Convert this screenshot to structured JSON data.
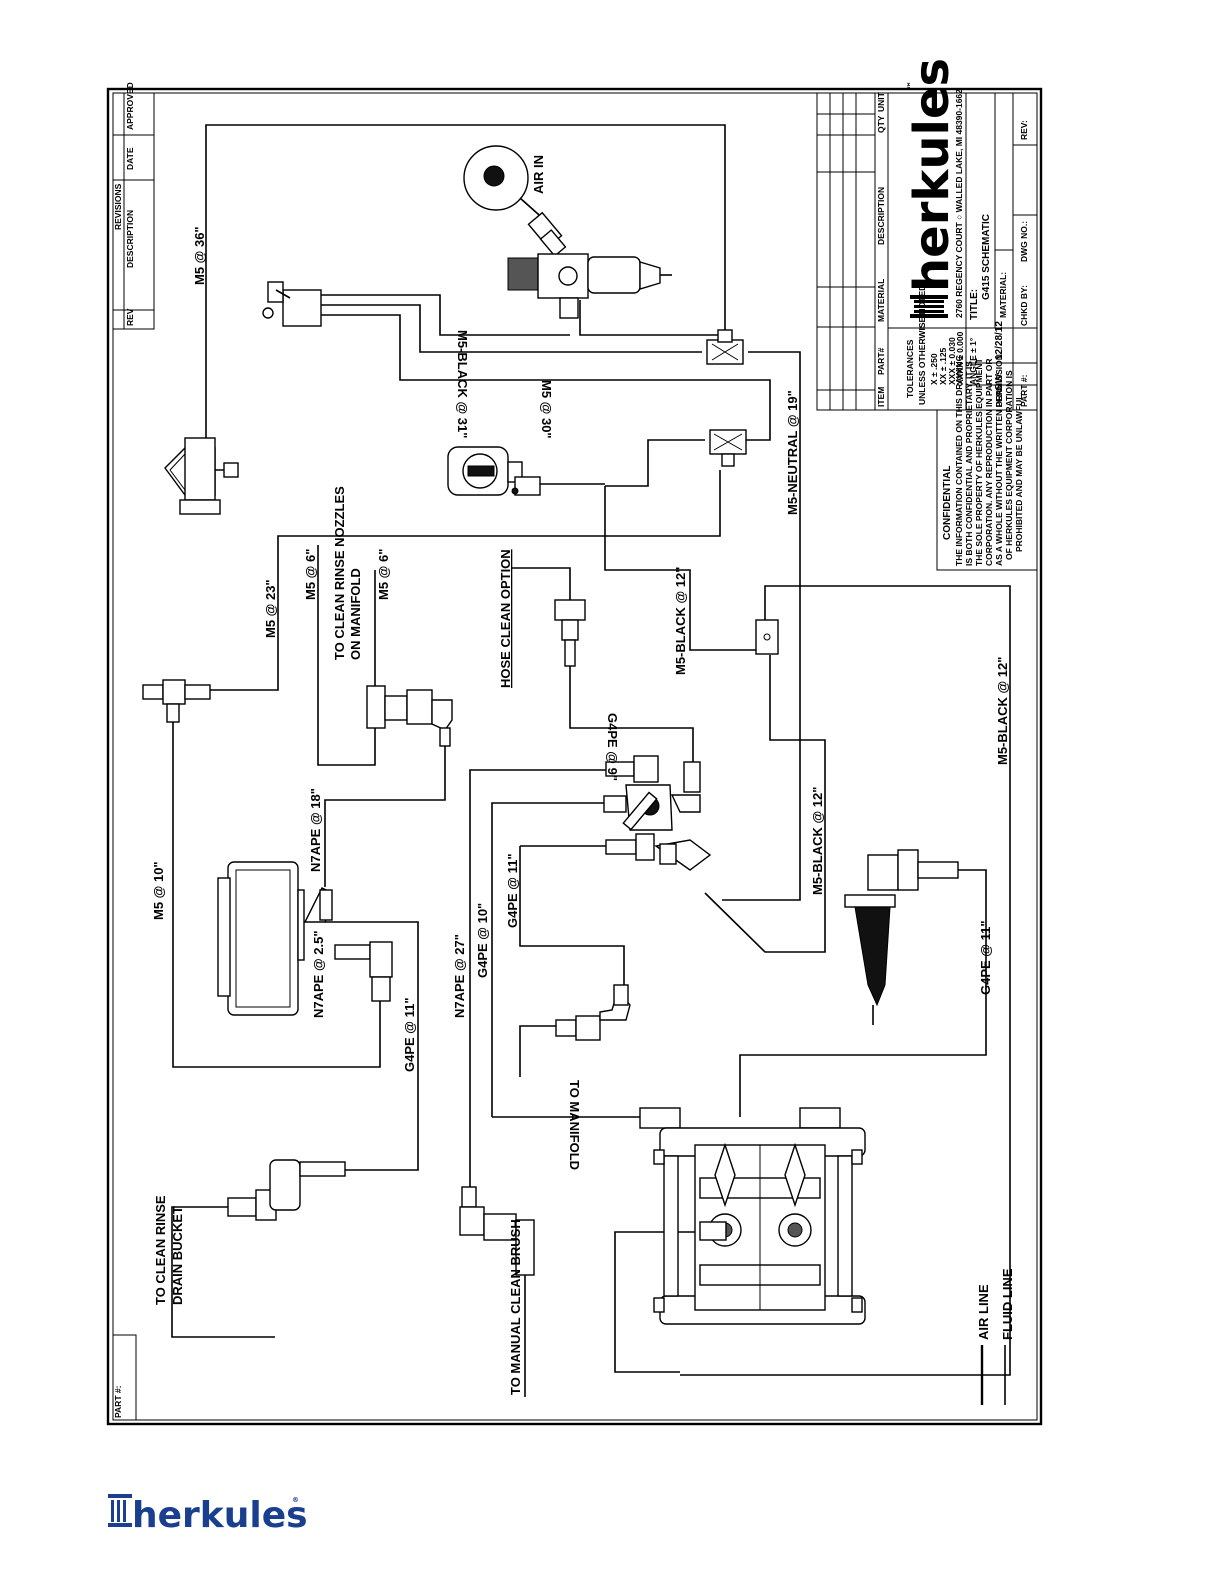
{
  "title_block": {
    "revisions_header": "REVISIONS",
    "rev_col": "REV",
    "description_col": "DESCRIPTION",
    "date_col": "DATE",
    "approved_col": "APPROVED",
    "item_col": "ITEM",
    "part_col": "PART#",
    "material_col": "MATERIAL",
    "descr_col": "DESCRIPTION",
    "qty_col": "QTY",
    "unit_col": "UNIT",
    "brand": "herkules",
    "trademark": "™",
    "address": "2760 REGENCY COURT  ○  WALLED LAKE, MI  48390-1662",
    "title_label": "TITLE:",
    "title_value": "G415 SCHEMATIC",
    "tolerances_1": "TOLERANCES",
    "tolerances_2": "UNLESS OTHERWISE NOTED",
    "tol_x": "X  ±  .250",
    "tol_xx": "XX  ±  .125",
    "tol_xxx": "XXX  ±  0.030",
    "tol_xxxx": "XXXX  ±  0.000",
    "tol_angle": "ANGLE ± 1°",
    "material_label": "MATERIAL:",
    "drn_label": "DRN:",
    "drn_value": "SW",
    "date_value": "12/28/12",
    "chkd_label": "CHKD BY:",
    "dwg_label": "DWG NO.:",
    "rev_label": "REV:",
    "part_no_label": "PART #:",
    "confidential_title": "CONFIDENTIAL",
    "confidential_lines": [
      "THE INFORMATION CONTAINED ON THIS DRAWING",
      "IS BOTH CONFIDENTIAL AND PROPRIETARY. IT IS",
      "THE SOLE PROPERTY OF HERKULES EQUIPMENT",
      "CORPORATION. ANY REPRODUCTION IN PART OR",
      "AS A WHOLE WITHOUT THE WRITTEN PERMISSION",
      "OF HERKULES EQUIPMENT CORPORATION IS",
      "PROHIBITED AND MAY BE UNLAWFUL."
    ]
  },
  "left_strip": {
    "part_no_label": "PART #:"
  },
  "labels": {
    "air_in": "AIR IN",
    "m5_36": "M5 @ 36\"",
    "m5_black_31": "M5-BLACK @ 31\"",
    "m5_30": "M5 @ 30\"",
    "m5_neutral_19": "M5-NEUTRAL @ 19\"",
    "m5_23": "M5 @ 23\"",
    "m5_6a": "M5 @ 6\"",
    "m5_6b": "M5 @ 6\"",
    "rinse_nozzles_1": "TO CLEAN RINSE NOZZLES",
    "rinse_nozzles_2": "ON MANIFOLD",
    "hose_clean": "HOSE CLEAN OPTION",
    "m5_black_12a": "M5-BLACK @ 12\"",
    "g4pe_9": "G4PE @ 9\"",
    "m5_10": "M5 @ 10\"",
    "n7ape_18": "N7APE @ 18\"",
    "n7ape_25": "N7APE @ 2.5\"",
    "g4pe_11a": "G4PE @ 11\"",
    "n7ape_27": "N7APE @ 27\"",
    "g4pe_10": "G4PE @ 10\"",
    "g4pe_11b": "G4PE @ 11\"",
    "m5_black_12b": "M5-BLACK @ 12\"",
    "m5_black_12c": "M5-BLACK @ 12\"",
    "g4pe_11c": "G4PE @ 11\"",
    "to_manifold": "TO MANIFOLD",
    "drain_1": "TO CLEAN RINSE",
    "drain_2": "DRAIN BUCKET",
    "manual_brush": "TO MANUAL CLEAN BRUSH",
    "legend_air": "AIR LINE",
    "legend_fluid": "FLUID LINE"
  },
  "footer": {
    "brand": "herkules",
    "trademark": "®"
  }
}
